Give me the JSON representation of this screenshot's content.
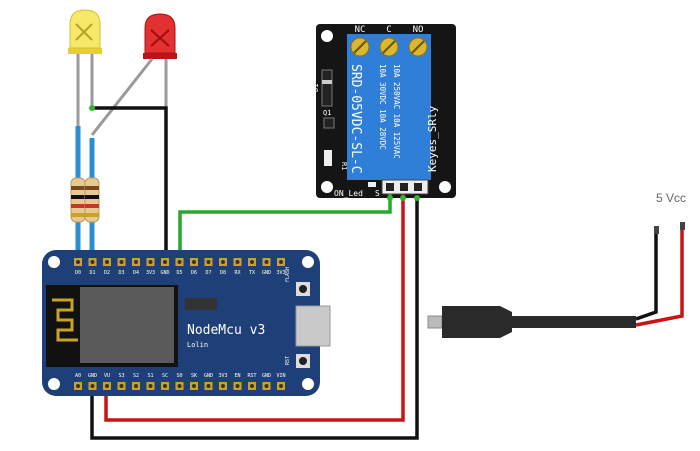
{
  "nodemcu": {
    "title": "NodeMcu v3",
    "subtitle": "Lolin",
    "flash_label": "FLASH",
    "rst_label": "RST",
    "top_pins": [
      "D0",
      "D1",
      "D2",
      "D3",
      "D4",
      "3V3",
      "GND",
      "D5",
      "D6",
      "D7",
      "D8",
      "RX",
      "TX",
      "GND",
      "3V3"
    ],
    "bottom_pins": [
      "A0",
      "GND",
      "VU",
      "S3",
      "S2",
      "S1",
      "SC",
      "S0",
      "SK",
      "GND",
      "3V3",
      "EN",
      "RST",
      "GND",
      "VIN"
    ]
  },
  "relay": {
    "terminal_labels": [
      "NC",
      "C",
      "NO"
    ],
    "model": "SRD-05VDC-SL-C",
    "ratings": [
      "10A 250VAC  10A 125VAC",
      "10A  30VDC  10A  28VDC"
    ],
    "brand": "Keyes_SRly",
    "on_led_label": "ON_Led",
    "signal_label": "S",
    "d1_label": "D1",
    "q1_label": "Q1",
    "r1_label": "R1"
  },
  "power_label": "5 Vcc",
  "colors": {
    "board": "#1f3f78",
    "relay_board": "#151515",
    "relay_body": "#2f7fd8",
    "wire_black": "#111111",
    "wire_red": "#c81414",
    "wire_green": "#27a82d",
    "wire_blue": "#2a8fd2",
    "led_yellow": "#f2e14a",
    "led_red": "#e02424"
  }
}
